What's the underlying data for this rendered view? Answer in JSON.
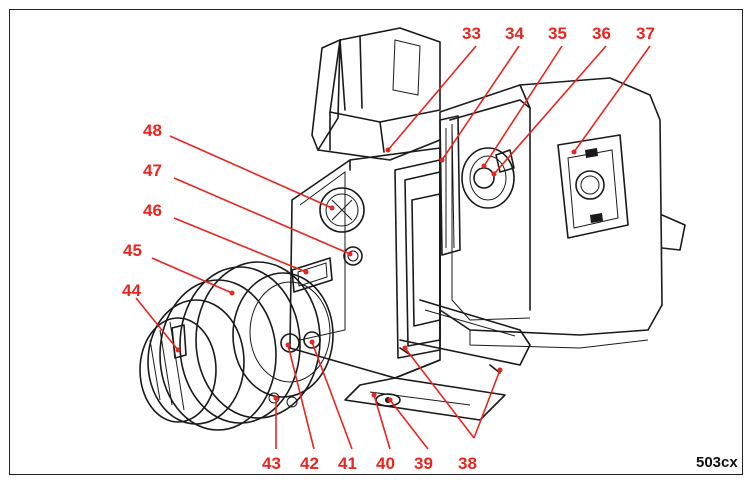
{
  "figure": {
    "model_label": "503cx",
    "accent_color": "#e8251f",
    "line_color": "#1a1a1a"
  },
  "callouts": [
    {
      "id": "33",
      "text": "33"
    },
    {
      "id": "34",
      "text": "34"
    },
    {
      "id": "35",
      "text": "35"
    },
    {
      "id": "36",
      "text": "36"
    },
    {
      "id": "37",
      "text": "37"
    },
    {
      "id": "38",
      "text": "38"
    },
    {
      "id": "39",
      "text": "39"
    },
    {
      "id": "40",
      "text": "40"
    },
    {
      "id": "41",
      "text": "41"
    },
    {
      "id": "42",
      "text": "42"
    },
    {
      "id": "43",
      "text": "43"
    },
    {
      "id": "44",
      "text": "44"
    },
    {
      "id": "45",
      "text": "45"
    },
    {
      "id": "46",
      "text": "46"
    },
    {
      "id": "47",
      "text": "47"
    },
    {
      "id": "48",
      "text": "48"
    }
  ]
}
